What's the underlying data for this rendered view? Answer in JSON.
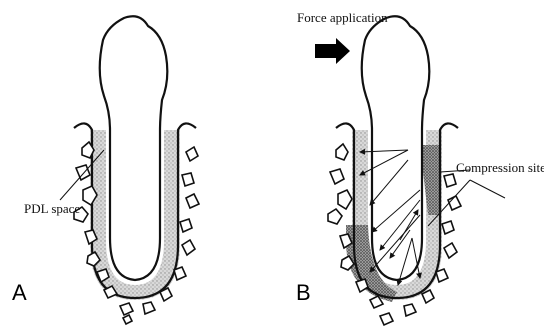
{
  "panels": [
    {
      "letter": "A",
      "annotations": [
        {
          "text": "PDL space"
        }
      ]
    },
    {
      "letter": "B",
      "annotations": [
        {
          "text": "Force application"
        },
        {
          "text": "Compression site"
        }
      ]
    }
  ],
  "colors": {
    "ink": "#111111",
    "pdl_fill": "#bdbdbd",
    "compression_fill": "#6f6f6f"
  }
}
